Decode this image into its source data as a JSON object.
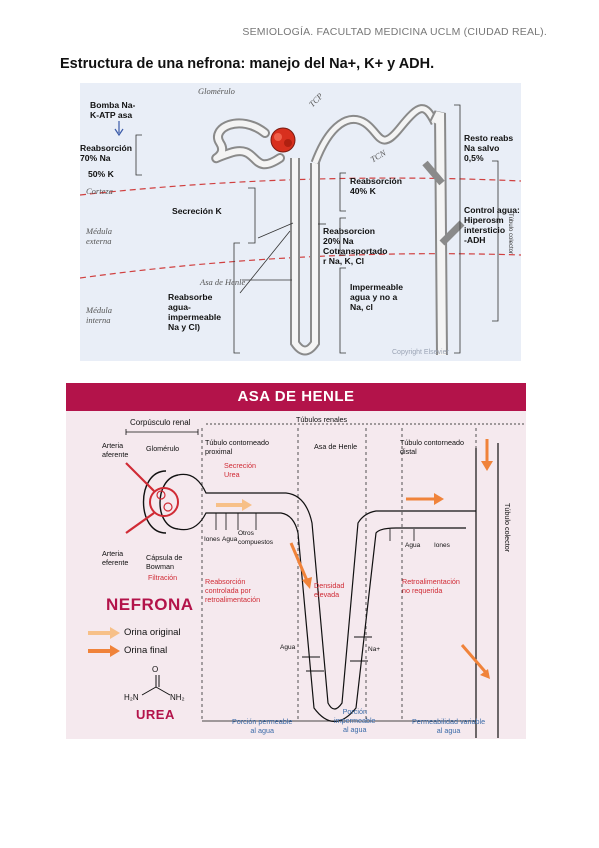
{
  "header": "SEMIOLOGÍA. FACULTAD MEDICINA UCLM (CIUDAD REAL).",
  "page_title": "Estructura de una nefrona: manejo del Na+, K+ y ADH.",
  "figure1": {
    "labels": {
      "bomba": "Bomba Na-\nK-ATP asa",
      "glomerulo": "Glomérulo",
      "tcp": "TCP",
      "tcn": "TCN",
      "reabs70": "Reabsorción\n70% Na",
      "k50": "50% K",
      "corteza": "Corteza",
      "medula_ext": "Médula\nexterna",
      "medula_int": "Médula\ninterna",
      "secrecion": "Secreción K",
      "asa": "Asa de Henle",
      "reabsorbe": "Reabsorbe\nagua-\nimpermeable\nNa y Cl)",
      "reabs40": "Reabsorción\n40% K",
      "reabs20": "Reabsorcion\n20% Na\nCotransportado\nr Na, K, Cl",
      "impermeable": "Impermeable\nagua y no a\nNa, cl",
      "resto": "Resto reabs\nNa salvo 0,5%",
      "control": "Control agua:\nHiperosm\nintersticio\n-ADH",
      "colector": "Túbulo colector",
      "copyright": "Copyright Elsevier"
    }
  },
  "figure2": {
    "title": "ASA DE HENLE",
    "corpusculo": "Corpúsculo renal",
    "tubulos": "Túbulos renales",
    "arteria_af": "Arteria\naferente",
    "glomerulo": "Glomérulo",
    "tcp": "Túbulo contorneado\nproximal",
    "asa": "Asa de Henle",
    "tcd": "Túbulo contorneado\ndistal",
    "secrecion": "Secreción\nUrea",
    "iones1": "Iones",
    "agua1": "Agua",
    "otros": "Otros\ncompuestos",
    "agua2": "Agua",
    "iones2": "Iones",
    "arteria_ef": "Arteria\neferente",
    "capsula": "Cápsula de\nBowman",
    "filtracion": "Filtración",
    "reabs_ctrl": "Reabsorción\ncontrolada por\nretroalimentación",
    "densidad": "Densidad\nelevada",
    "retro": "Retroalimentación\nno requerida",
    "colector": "Túbulo colector",
    "nefrona": "NEFRONA",
    "orina_original": "Orina original",
    "orina_final": "Orina final",
    "agua3": "Agua",
    "na": "Na+",
    "urea": "UREA",
    "h2n": "H₂N",
    "nh2": "NH₂",
    "o": "O",
    "porcion_perm": "Porción permeable\nal agua",
    "porcion_imp": "Porción\nimpermeable\nal agua",
    "perm_var": "Permeabilidad variable\nal agua",
    "colors": {
      "banner": "#b3134a",
      "orange": "#f0833a",
      "light_orange": "#f7c088",
      "red": "#d02b35",
      "blue": "#3a6aa8"
    }
  }
}
